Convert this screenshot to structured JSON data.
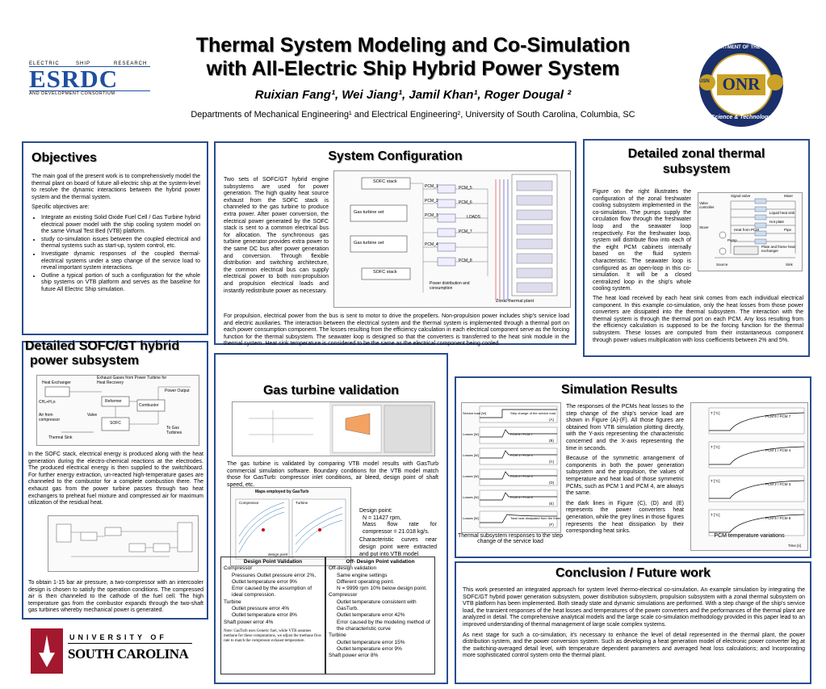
{
  "header": {
    "title_line1": "Thermal System Modeling and Co-Simulation",
    "title_line2": "with All-Electric Ship Hybrid Power System",
    "authors": "Ruixian Fang¹, Wei Jiang¹, Jamil Khan¹, Roger Dougal ²",
    "affiliation": "Departments of Mechanical Engineering¹ and Electrical Engineering², University of South Carolina, Columbia, SC",
    "esrdc_top_left": "ELECTRIC",
    "esrdc_top_mid": "SHIP",
    "esrdc_top_right": "RESEARCH",
    "esrdc_big": "ESRDC",
    "esrdc_bottom": "AND DEVELOPMENT CONSORTIUM",
    "onr_ring_top": "DEPARTMENT OF THE NAVY",
    "onr_ring_bottom": "Science & Technology",
    "onr_center": "ONR",
    "onr_usn": "USN"
  },
  "objectives": {
    "title": "Objectives",
    "intro": "The main goal of the present work is to comprehensively model the thermal plant on board of future all-electric ship at the system-level to resolve the dynamic interactions between the hybrid power system and the thermal system.",
    "specific": "Specific objectives are:",
    "items": [
      "Integrate an existing Solid Oxide Fuel Cell / Gas Turbine hybrid electrical power model with the ship cooling system model on the same Virtual Test Bed (VTB) platform.",
      "study co-simulation issues between the coupled electrical and thermal systems such as start-up, system control, etc.",
      "Investigate dynamic responses of the coupled thermal-electrical systems under a step change of the service load to reveal important system interactions.",
      "Outline a typical portion of such a configuration for the whole ship systems on VTB platform and serves as the baseline for future All Electric Ship simulation."
    ]
  },
  "system_config": {
    "title": "System Configuration",
    "side_text": "Two sets of SOFC/GT hybrid engine subsystems are used for power generation. The high quality heat source exhaust from the SOFC stack is channeled to the gas turbine to produce extra power. After power conversion, the electrical power generated by the SOFC stack is sent to a common electrical bus for allocation. The synchronous gas turbine generator provides extra power to the same DC bus after power generation and conversion. Through flexible distribution and switching architecture, the common electrical bus can supply electrical power to both non-propulsion and propulsion electrical loads and instantly redistribute power as necessary.",
    "bottom_text": "For propulsion, electrical power from the bus is sent to motor to drive the propellers. Non-propulsion power includes ship's service load and electric auxiliaries. The interaction between the electrical system and the thermal system is implemented through a thermal port on each power consumption component. The losses resulting from the efficiency calculation in each electrical component serve as the forcing function for the thermal subsystem. The seawater loop is designed so that the converters is transferred to the heat sink module in the thermal system. Heat sink temperature is considered to be the same as the electrical component being cooled.",
    "fig_labels": {
      "sofc_stack_top": "SOFC stack",
      "sofc_stack_bottom": "SOFC stack",
      "gas_turbine_top": "Gas turbine set",
      "gas_turbine_bottom": "Gas turbine set",
      "pcm1": "PCM_1",
      "pcm2": "PCM_2",
      "pcm3": "PCM_3",
      "pcm4": "PCM_4",
      "pcm5": "PCM_5",
      "pcm6": "PCM_6",
      "pcm7": "PCM_7",
      "pcm8": "PCM_8",
      "loads": "LOADS",
      "power_dist": "Power distribution and consumption",
      "zonal": "Zonal thermal plant"
    }
  },
  "zonal": {
    "title_line1": "Detailed zonal thermal",
    "title_line2": "subsystem",
    "text1": "Figure on the right illustrates the configuration of the zonal freshwater cooling subsystem implemented in the co-simulation. The pumps supply the circulation flow through the freshwater loop and the seawater loop respectively. For the freshwater loop, system will distribute flow into each of the eight PCM cabinets internally based on the fluid system characteristic. The seawater loop is configured as an open-loop in this co-simulation. It will be a closed centralized loop in the ship's whole cooling system.",
    "text2": "The heat load received by each heat sink comes from each individual electrical component. In this example co-simulation, only the heat losses from those power converters are dissipated into the thermal subsystem. The interaction with the thermal system is through the thermal port on each PCM. Any loss resulting from the efficiency calculation is supposed to be the forcing function for the thermal subsystem. These losses are computed from their instantaneous component through power values multiplication with loss coefficients between 2% and 5%.",
    "fig_labels": {
      "signal_valve": "Signal valve",
      "valve_controller": "Valve controller",
      "mixer": "Mixer",
      "liquid_heat_sink": "Liquid heat sink",
      "hot_plate": "Hot plate",
      "heat_from_pcm": "Heat from PCM",
      "pipe": "Pipe",
      "stove": "Stove",
      "pump": "Pump",
      "plate_hx": "Plate and frame heat exchanger",
      "source": "Source",
      "sink": "Sink"
    }
  },
  "sofc_detail": {
    "title_line1": "Detailed SOFC/GT hybrid",
    "title_line2": "power subsystem",
    "text1": "In the SOFC stack, electrical energy is produced along with the heat generation during the electro-chemical reactions at the electrodes. The produced electrical energy is then supplied to the switchboard. For further energy extraction, un-reacted high-temperature gases are channeled to the combustor for a complete combustion there. The exhaust gas from the power turbine passes through two heat exchangers to preheat fuel mixture and compressed air for maximum utilization of the residual heat.",
    "text2": "To obtain 1-15 bar air pressure, a two-compressor with an intercooler design is chosen to satisfy the operation conditions. The compressed air is then channeled to the cathode of the fuel cell. The high temperature gas from the combustor expands through the two-shaft gas turbines whereby mechanical power is generated.",
    "fig_labels": {
      "exhaust": "Exhaust Gases from Power Turbine for Heat Recovery",
      "heat_exchanger": "Heat Exchanger",
      "power_output": "Power Output",
      "reformer": "Reformer",
      "combustor": "Combustor",
      "ch4": "CH₄+H₂o",
      "air_from_compressor": "Air from compressor",
      "valve": "Valve",
      "sofc": "SOFC",
      "to_gas_turbines": "To Gas Turbines",
      "thermal_sink": "Thermal Sink"
    }
  },
  "gas_turbine": {
    "title": "Gas turbine validation",
    "text": "The gas turbine is validated by comparing VTB model results with GasTurb commercial simulation software. Boundary conditions for the VTB model match those for GasTurb: compressor inlet conditions, air bleed, design point of shaft speed, etc.",
    "design_point_label": "Design point:",
    "dp_n": "N = 11427 rpm,",
    "dp_mass": "Mass flow rate for compressor = 21.018 kg/s.",
    "char_text": "Characteristic curves near design point were extracted and put into VTB model.",
    "map_title": "Maps employed by GasTurb",
    "map_compressor": "Compressor",
    "map_turbine": "Turbine",
    "map_design_point": "design point",
    "table_left": {
      "title": "Design Point Validation",
      "compressor": "Compressor",
      "c1": "Pressures Outlet pressure error  2%,",
      "c2": "Outlet temperature error  9%",
      "c3": "Error caused by the assumption of ideal compression.",
      "turbine": "Turbine",
      "t1": "Outlet pressure error  4%",
      "t2": "Outlet temperature error  8%",
      "shaft": "Shaft power error",
      "shaft_val": "4%",
      "note": "Note:  GasTurb uses Generic fuel, while VTB assumes methane for these computations, we adjust the methane flow rate to match the compressor exhaust temperature."
    },
    "table_right": {
      "title": "Off- Design Point validation",
      "off": "Off-design validation",
      "o1": "Same engine settings",
      "o2": "Different operating point.",
      "o3": "N = 9999 rpm 10% below design point.",
      "compressor": "Compressor",
      "c1": "Outlet temperature consistent with GasTurb.",
      "c2": "Outlet temperature error 42%",
      "c3": "Error caused by the modeling method of the characteristic curve",
      "turbine": "Turbine",
      "t1": "Outlet temperature error 15%",
      "t2": "Outlet temperature error 9%",
      "shaft": "Shaft power error 8%"
    }
  },
  "sim_results": {
    "title": "Simulation Results",
    "text1": "The responses of the PCMs heat losses to the step change of the ship's service load are shown in Figure (A)-(F). All those figures are obtained from VTB simulation plotting directly, with the Y-axis representing the characteristic concerned and the X-axis representing the time in seconds.",
    "text2": "Because of the symmetric arrangement of components in both the power generation subsystem and the propulsion, the values of temperature and heat load of those symmetric PCMs, such as PCM 1 and PCM 4, are always the same.",
    "text3": "the dark lines in Figure (C), (D) and (E) represents the power converters heat generation, while the grey lines in those figures represents the heat dissipation by their corresponding heat sinks.",
    "left_caption": "Thermal subsystem responses to the step change of the service load",
    "right_caption": "PCM temperature variations",
    "left_labels": [
      "Service load [W]",
      "Losses [W]",
      "Losses [W]",
      "Losses [W]",
      "Losses [W]",
      "Losses [W]"
    ],
    "left_annotations": [
      "Step change of the service load",
      "PCM 6 / PCM 7",
      "PCM 1 / PCM 4",
      "PCM 2 / PCM 3",
      "PCM 5 / PCM 8",
      "Total heat dissipated from the thermal plant"
    ],
    "left_tags": [
      "(A)",
      "(B)",
      "(C)",
      "(D)",
      "(E)",
      "(F)"
    ],
    "right_labels": [
      "T [°C]",
      "T [°C]",
      "T [°C]",
      "T [°C]"
    ],
    "right_annotations": [
      "PCM 6 / PCM 7",
      "PCM 1 / PCM 4",
      "PCM 2 / PCM 3",
      "PCM 5 / PCM 8"
    ],
    "time_label": "Time [s]"
  },
  "conclusion": {
    "title": "Conclusion / Future work",
    "text1": "This work presented an integrated approach for system level thermo-electrical co-simulation. An example simulation by integrating the SOFC/GT hybrid power generation subsystem, power distribution subsystem, propulsion subsystem with a zonal thermal subsystem on VTB platform has been implemented. Both steady state and dynamic simulations are performed. With a step change of the ship's service load, the transient responses of the heat losses and temperatures of the power converters and the performances of the thermal plant are analyzed in detail. The comprehensive analytical models and the large scale co-simulation methodology provided in this paper lead to an improved understanding of thermal management of large scale complex systems.",
    "text2": "As next stage for such a co-simulation, it's necessary to  enhance the level of detail represented in the thermal plant, the power distribution system, and the power conversion system. Such as developing a heat generation model of electronic power converter leg at the switching-averaged detail level, with temperature dependent parameters and averaged heat loss calculations; and Incorporating more sophisticated control system onto the thermal plant."
  },
  "usc": {
    "top": "UNIVERSITY OF",
    "bottom": "SOUTH CAROLINA"
  },
  "colors": {
    "panel_border": "#2a4d8f",
    "esrdc_blue": "#1f4fa0",
    "usc_garnet": "#a3182e",
    "onr_navy": "#1b2f6b",
    "onr_gold": "#c9a227"
  }
}
